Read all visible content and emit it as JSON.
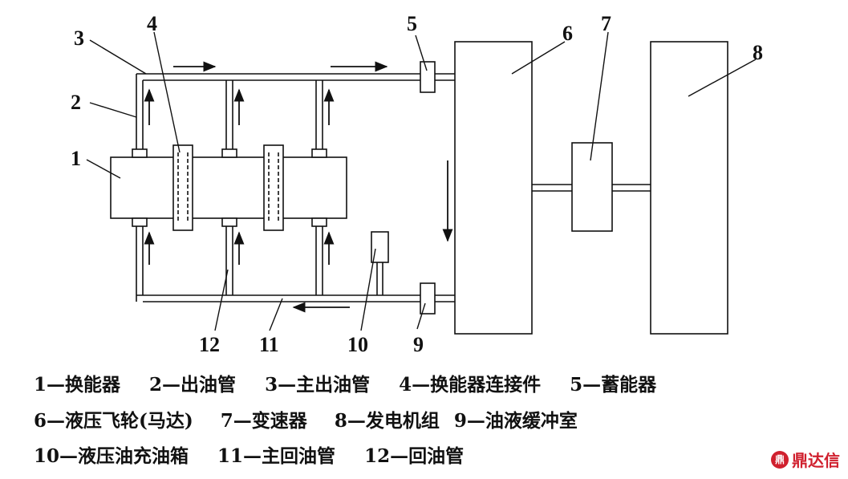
{
  "labels": {
    "n1": "1",
    "n2": "2",
    "n3": "3",
    "n4": "4",
    "n5": "5",
    "n6": "6",
    "n7": "7",
    "n8": "8",
    "n9": "9",
    "n10": "10",
    "n11": "11",
    "n12": "12"
  },
  "legend": {
    "row1": [
      "1—换能器",
      "2—出油管",
      "3—主出油管",
      "4—换能器连接件",
      "5—蓄能器"
    ],
    "row2": [
      "6—液压飞轮(马达)",
      "7—变速器",
      "8—发电机组",
      "9—油液缓冲室"
    ],
    "row3": [
      "10—液压油充油箱",
      "11—主回油管",
      "12—回油管"
    ]
  },
  "watermark": {
    "logo": "鼎",
    "text": "鼎达信"
  }
}
